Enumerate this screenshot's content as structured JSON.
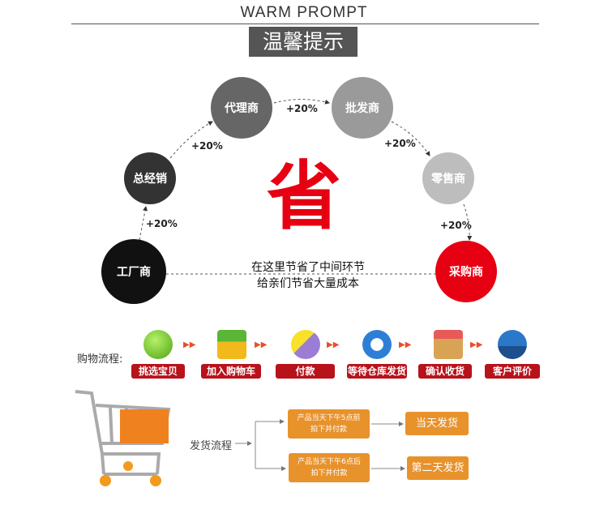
{
  "header": {
    "title": "WARM PROMPT",
    "subtitle": "温馨提示"
  },
  "chain": {
    "nodes": [
      {
        "label": "工厂商",
        "color": "#111111"
      },
      {
        "label": "总经销",
        "color": "#333333"
      },
      {
        "label": "代理商",
        "color": "#666666"
      },
      {
        "label": "批发商",
        "color": "#9a9a9a"
      },
      {
        "label": "零售商",
        "color": "#bdbdbd"
      },
      {
        "label": "采购商",
        "color": "#e60012"
      }
    ],
    "markups": [
      "+20%",
      "+20%",
      "+20%",
      "+20%",
      "+20%"
    ],
    "center_char": "省",
    "note_line1": "在这里节省了中间环节",
    "note_line2": "给亲们节省大量成本"
  },
  "shopping": {
    "label": "购物流程:",
    "steps": [
      "挑选宝贝",
      "加入购物车",
      "付款",
      "等待仓库发货",
      "确认收货",
      "客户评价"
    ]
  },
  "shipping": {
    "label": "发货流程",
    "conditions": [
      {
        "line1": "产品当天下午5点前",
        "line2": "拍下并付款",
        "result": "当天发货"
      },
      {
        "line1": "产品当天下午6点后",
        "line2": "拍下并付款",
        "result": "第二天发货"
      }
    ]
  }
}
